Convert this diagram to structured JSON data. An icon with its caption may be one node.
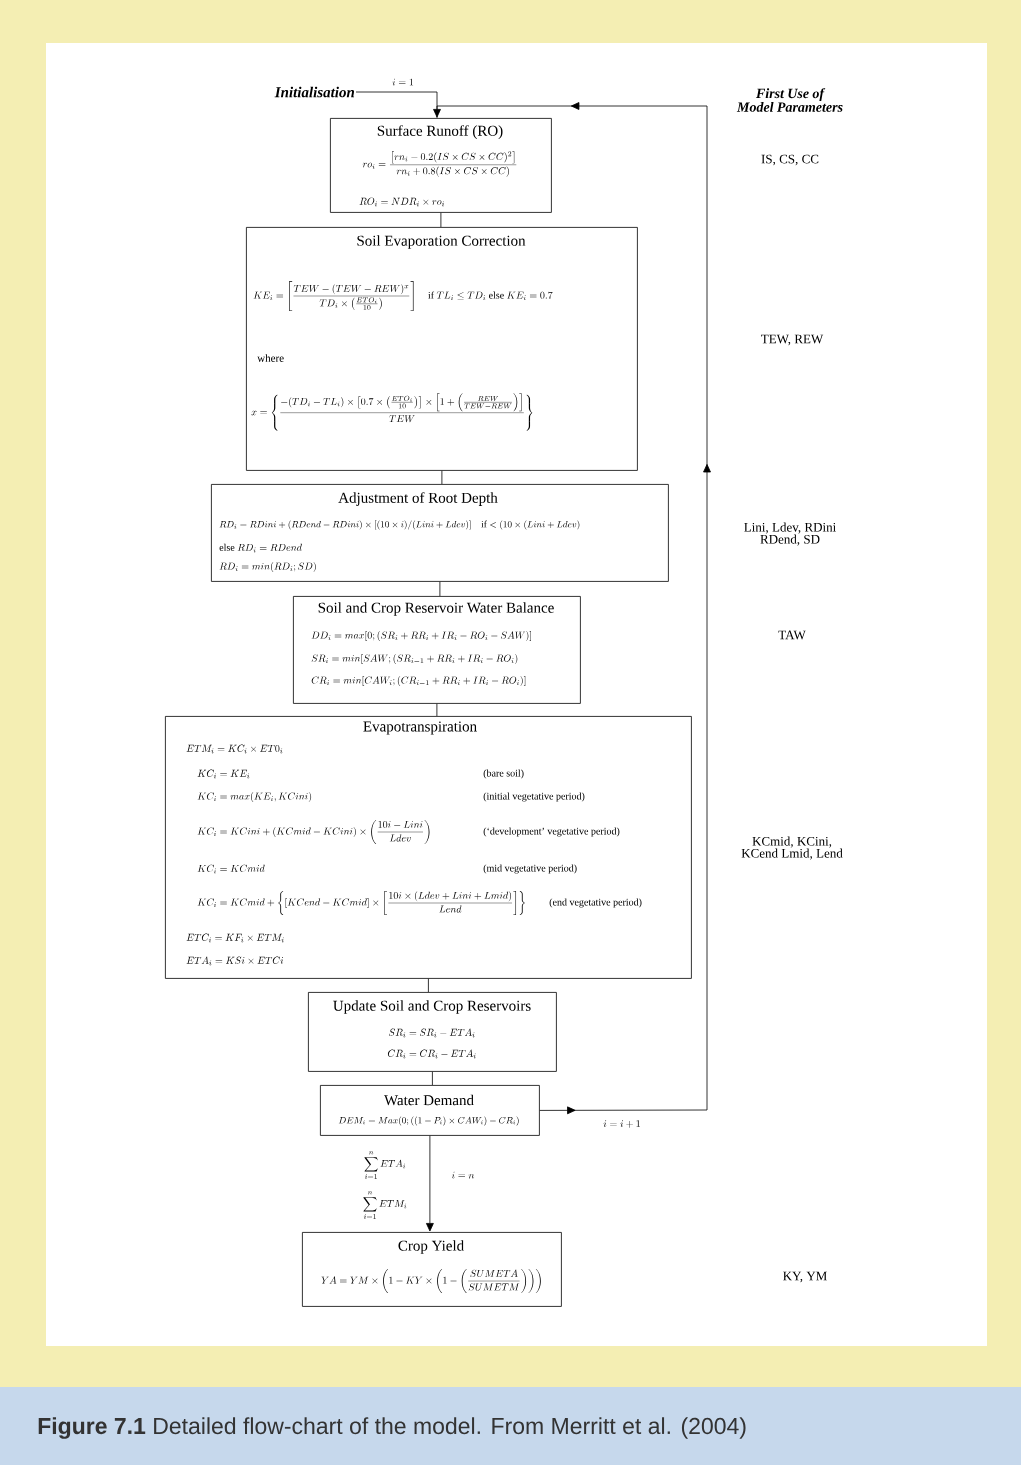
{
  "diagram": {
    "caption": "**Figure 7.1** Detailed flow-chart of the model. From Merritt et al. (2004)",
    "nodes": [
      {
        "text": [
          "Initialisation"
        ]
      },
      {
        "text": [
          "Surface Runoff (RO)",
          "ro_i=\\frac{\\left[rn_i-0.2(IS\\times CS\\times CC)^2\\right]}{rn_i+0.8(IS\\times CS\\times CC)}",
          "RO_i=NDR_i\\times ro_i"
        ]
      },
      {
        "text": [
          "Soil Evaporation Correction",
          "KE_i=\\left[\\frac{TEW-(TEW-REW)^x}{TD_i\\times\\left(\\frac{ETO_i}{10}\\right)}\\right]\\quad \\mathrm{if}\\ TL_i\\le TD_i\\ \\mathrm{else}\\ KE_i=0.7",
          "where",
          "x=\\left\\{\\frac{-(TD_i-TL_i)\\times\\left[0.7\\times\\left(\\frac{ETO_i}{10}\\right)\\right]\\times\\left[1+\\left(\\frac{REW}{TEW-REW}\\right)\\right]}{TEW}\\right\\}"
        ]
      },
      {
        "text": [
          "Adjustment of Root Depth",
          "RD_i=RDini+(RDend-RDini)\\times[(10\\times i)/(Lini+Ldev)]\\quad \\mathrm{if}<(10\\times(Lini+Ldev)",
          "\\mathrm{else}\\ RD_i=RDend",
          "RD_i=min(RD_i;SD)"
        ]
      },
      {
        "text": [
          "Soil and Crop Reservoir Water Balance",
          "DD_i=max[0;(SR_i+RR_i+IR_i-RO_i-SAW)]",
          "SR_i=min[SAW;(SR_{i-1}+RR_i+IR_i-RO_i)",
          "CR_i=min[CAW_i;(CR_{i-1}+RR_i+IR_i-RO_i)]"
        ]
      },
      {
        "text": [
          "Evapotranspiration",
          "ETM_i=KC_i\\times ET0_i",
          "KC_i=KE_i",
          "(bare soil)",
          "KC_i=max(KE_i,KCini)",
          "(initial vegetative period)",
          "KC_i=KCini+(KCmid-KCini)\\times\\left(\\frac{10i-Lini}{Ldev}\\right)",
          "(‘development’ vegetative period)",
          "KC_i=KCmid",
          "(mid vegetative period)",
          "KC_i=KCmid+\\left\\{[KCend-KCmid]\\times\\left[\\frac{10i\\times(Ldev+Lini+Lmid)}{Lend}\\right]\\right\\}",
          "(end vegetative period)",
          "ETC_i=KF_i\\times ETM_i",
          "ETA_i=KSi\\times ETCi"
        ]
      },
      {
        "text": [
          "Update Soil and Crop Reservoirs",
          "SR_i=SR_i-ETA_i",
          "CR_i=CR_i-ETA_i"
        ]
      },
      {
        "text": [
          "Water Demand",
          "DEM_i=Max(0;((1-P_i)\\times CAW_i)-CR_i)"
        ]
      },
      {
        "text": [
          "Crop Yield",
          "YA=YM\\times\\left(1-KY\\times\\left(1-\\left(\\frac{SUMETA}{SUMETM}\\right)\\right)\\right)"
        ]
      }
    ],
    "edges": [
      {
        "from": 0,
        "to": 1,
        "arrow": "to",
        "label": "i=1"
      },
      {
        "from": 1,
        "to": 2,
        "arrow": "none"
      },
      {
        "from": 2,
        "to": 3,
        "arrow": "none"
      },
      {
        "from": 3,
        "to": 4,
        "arrow": "none"
      },
      {
        "from": 4,
        "to": 5,
        "arrow": "none"
      },
      {
        "from": 5,
        "to": 6,
        "arrow": "none"
      },
      {
        "from": 6,
        "to": 7,
        "arrow": "none"
      },
      {
        "from": 7,
        "to": 1,
        "arrow": "to",
        "label": "i=i+1"
      },
      {
        "from": 7,
        "to": 8,
        "arrow": "to",
        "label": "i=n"
      }
    ],
    "labels": [
      "First Use of Model Parameters",
      "IS, CS, CC",
      "TEW, REW",
      "Lini, Ldev, RDini RDend, SD",
      "TAW",
      "KCmid, KCini, KCend Lmid, Lend",
      "KY, YM",
      "\\sum_{i=1}^{n}ETA_i",
      "\\sum_{i=1}^{n}ETM_i"
    ]
  }
}
